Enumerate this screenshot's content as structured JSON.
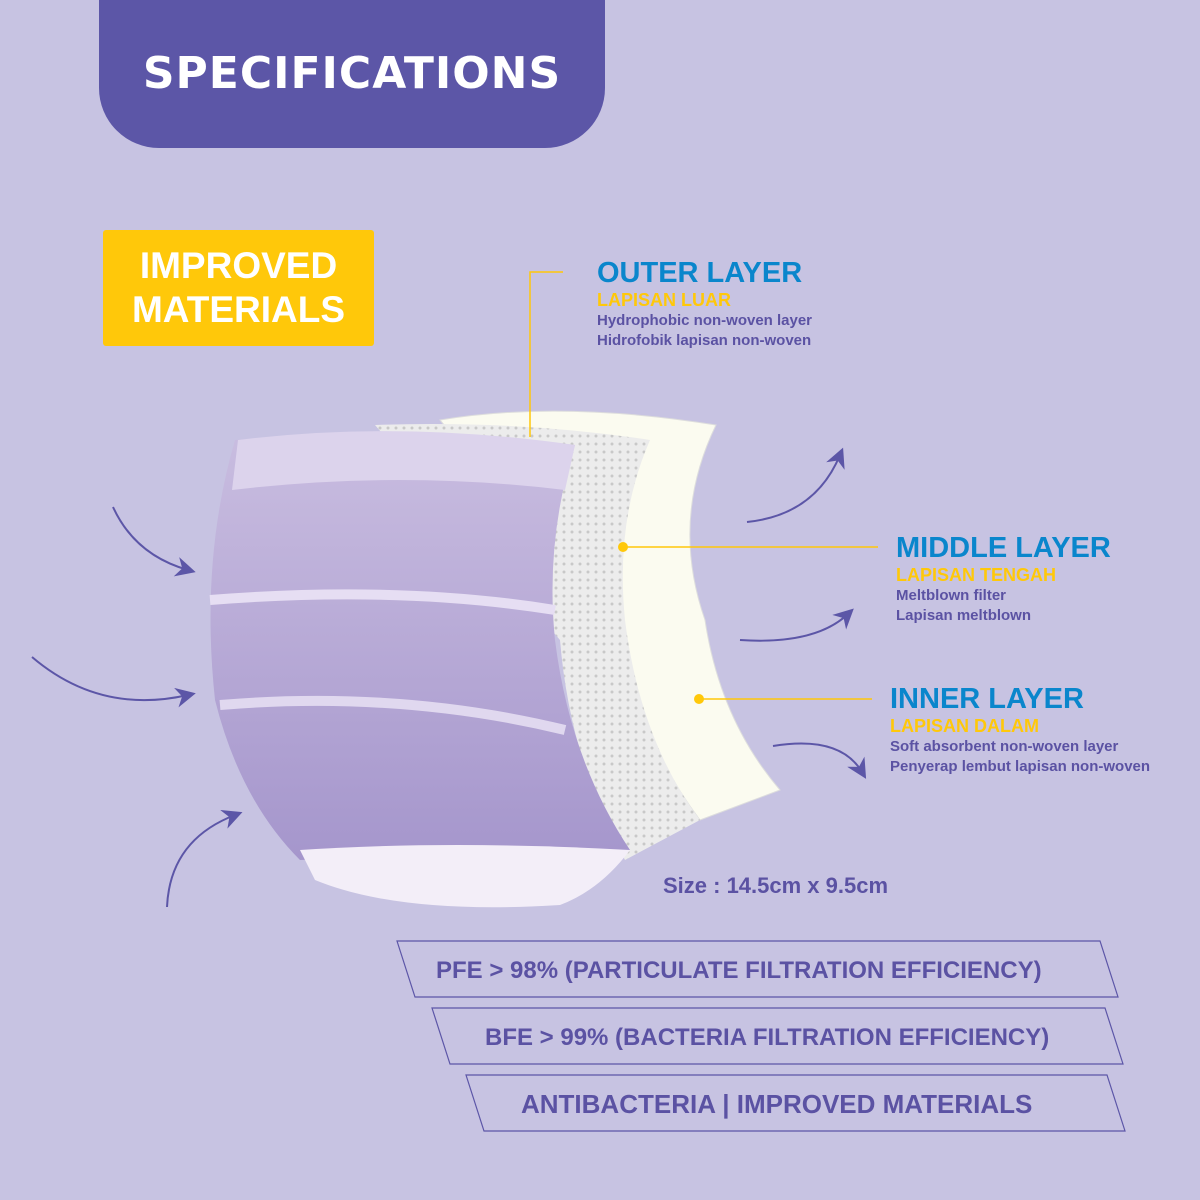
{
  "header": {
    "title": "SPECIFICATIONS"
  },
  "badge": {
    "line1": "IMPROVED",
    "line2": "MATERIALS"
  },
  "layers": [
    {
      "title": "OUTER LAYER",
      "subtitle": "LAPISAN LUAR",
      "desc1": "Hydrophobic non-woven layer",
      "desc2": "Hidrofobik lapisan non-woven"
    },
    {
      "title": "MIDDLE LAYER",
      "subtitle": "LAPISAN TENGAH",
      "desc1": "Meltblown filter",
      "desc2": "Lapisan meltblown"
    },
    {
      "title": "INNER LAYER",
      "subtitle": "LAPISAN DALAM",
      "desc1": "Soft absorbent non-woven layer",
      "desc2": "Penyerap lembut lapisan non-woven"
    }
  ],
  "size": "Size : 14.5cm x 9.5cm",
  "features": [
    "PFE > 98% (PARTICULATE FILTRATION EFFICIENCY)",
    "BFE > 99% (BACTERIA FILTRATION EFFICIENCY)",
    "ANTIBACTERIA | IMPROVED MATERIALS"
  ],
  "colors": {
    "background": "#c7c3e2",
    "header": "#5c56a7",
    "accent_yellow": "#ffc80a",
    "title_blue": "#0a86cc",
    "text_purple": "#5b52a3"
  }
}
